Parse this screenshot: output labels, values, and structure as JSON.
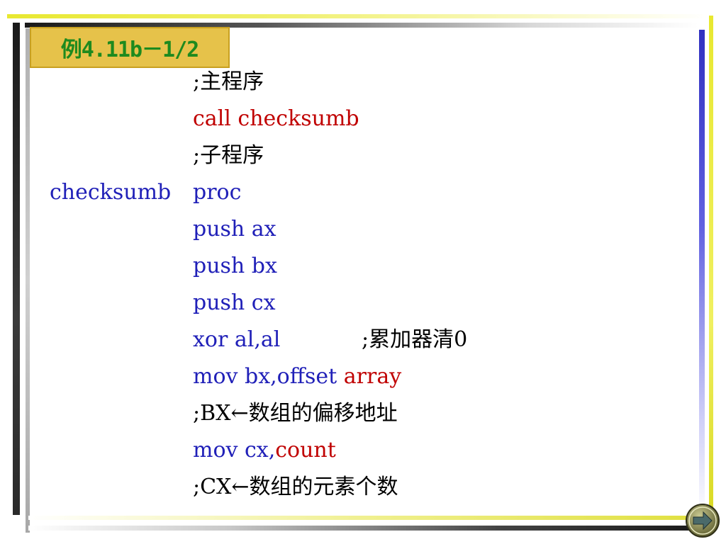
{
  "title": "例4.11b－1/2",
  "code": {
    "line1": ";主程序",
    "line2": "call checksumb",
    "line3": ";子程序",
    "line4_label": "checksumb",
    "line4_op": "proc",
    "line5": "push ax",
    "line6": "push bx",
    "line7": "push cx",
    "line8_code": "xor al,al",
    "line8_comment": ";累加器清0",
    "line9_code": "mov bx,offset ",
    "line9_operand": "array",
    "line10": ";BX←数组的偏移地址",
    "line11_code": "mov cx,",
    "line11_operand": "count",
    "line12": ";CX←数组的元素个数"
  },
  "colors": {
    "instruction": "#2020b8",
    "operand_highlight": "#c00000",
    "comment": "#000000",
    "title_bg": "#e6c24a",
    "title_text": "#1e8a1e"
  },
  "nav": {
    "next_icon": "arrow-right-icon"
  }
}
